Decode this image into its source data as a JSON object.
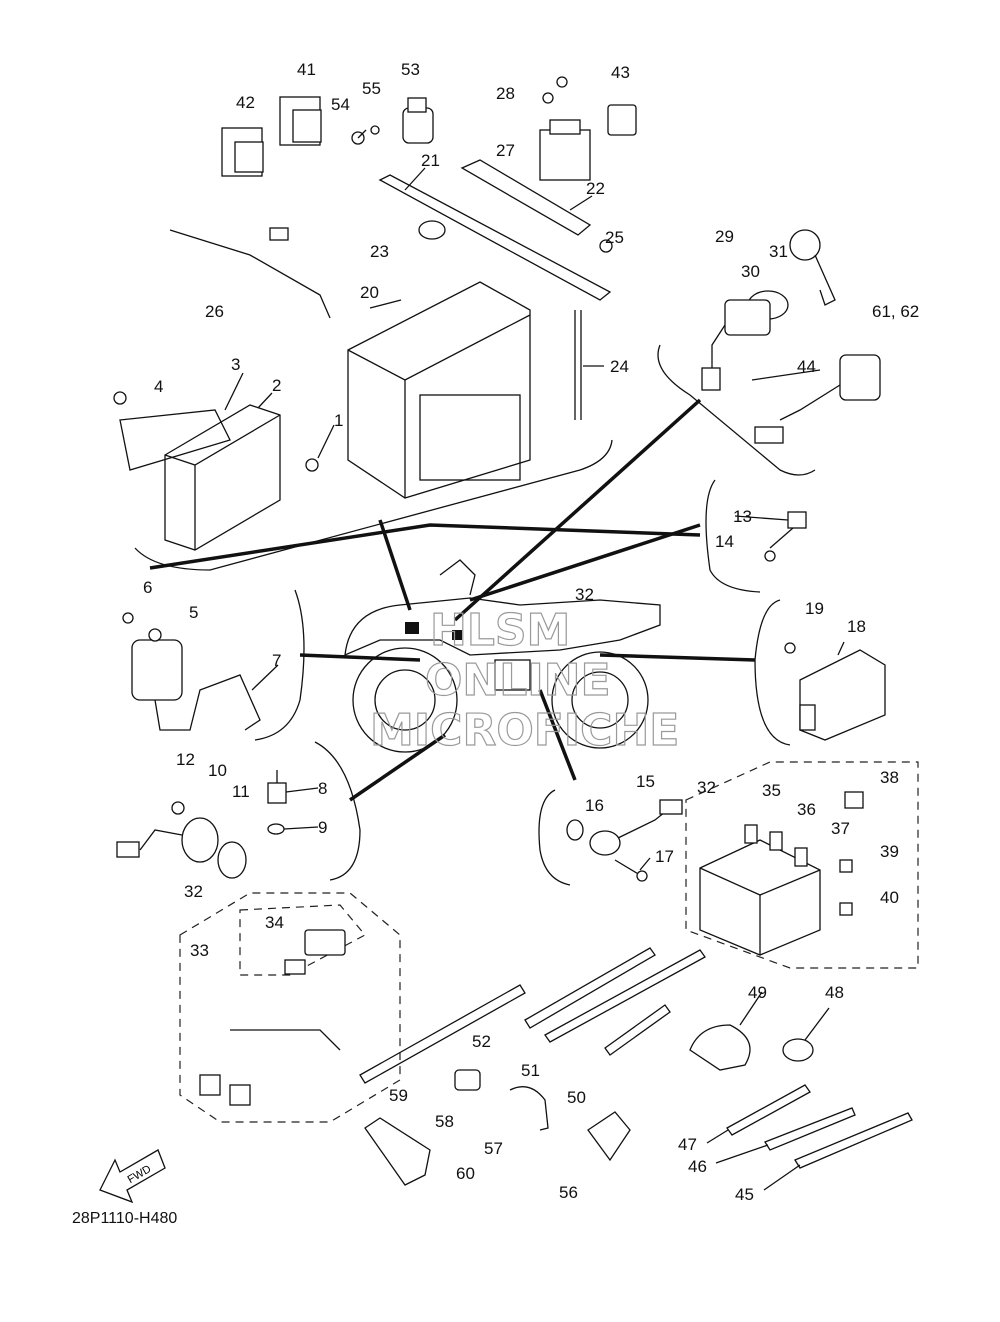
{
  "diagram": {
    "code": "28P1110-H480",
    "fwd_label": "FWD",
    "watermark": [
      "HLSM",
      "ONLINE",
      "MICROFICHE"
    ],
    "labels": {
      "p1": "1",
      "p2": "2",
      "p3": "3",
      "p4": "4",
      "p5": "5",
      "p6": "6",
      "p7": "7",
      "p8": "8",
      "p9": "9",
      "p10": "10",
      "p11": "11",
      "p12": "12",
      "p13": "13",
      "p14": "14",
      "p15": "15",
      "p16": "16",
      "p17": "17",
      "p18": "18",
      "p19": "19",
      "p20": "20",
      "p21": "21",
      "p22": "22",
      "p23": "23",
      "p24": "24",
      "p25": "25",
      "p26": "26",
      "p27": "27",
      "p28": "28",
      "p29": "29",
      "p30": "30",
      "p31": "31",
      "p32a": "32",
      "p32b": "32",
      "p32c": "32",
      "p33": "33",
      "p34": "34",
      "p35": "35",
      "p36": "36",
      "p37": "37",
      "p38": "38",
      "p39": "39",
      "p40": "40",
      "p41": "41",
      "p42": "42",
      "p43": "43",
      "p44": "44",
      "p45": "45",
      "p46": "46",
      "p47": "47",
      "p48": "48",
      "p49": "49",
      "p50": "50",
      "p51": "51",
      "p52": "52",
      "p53": "53",
      "p54": "54",
      "p55": "55",
      "p56": "56",
      "p57": "57",
      "p58": "58",
      "p59": "59",
      "p60": "60",
      "p6162": "61, 62"
    }
  }
}
